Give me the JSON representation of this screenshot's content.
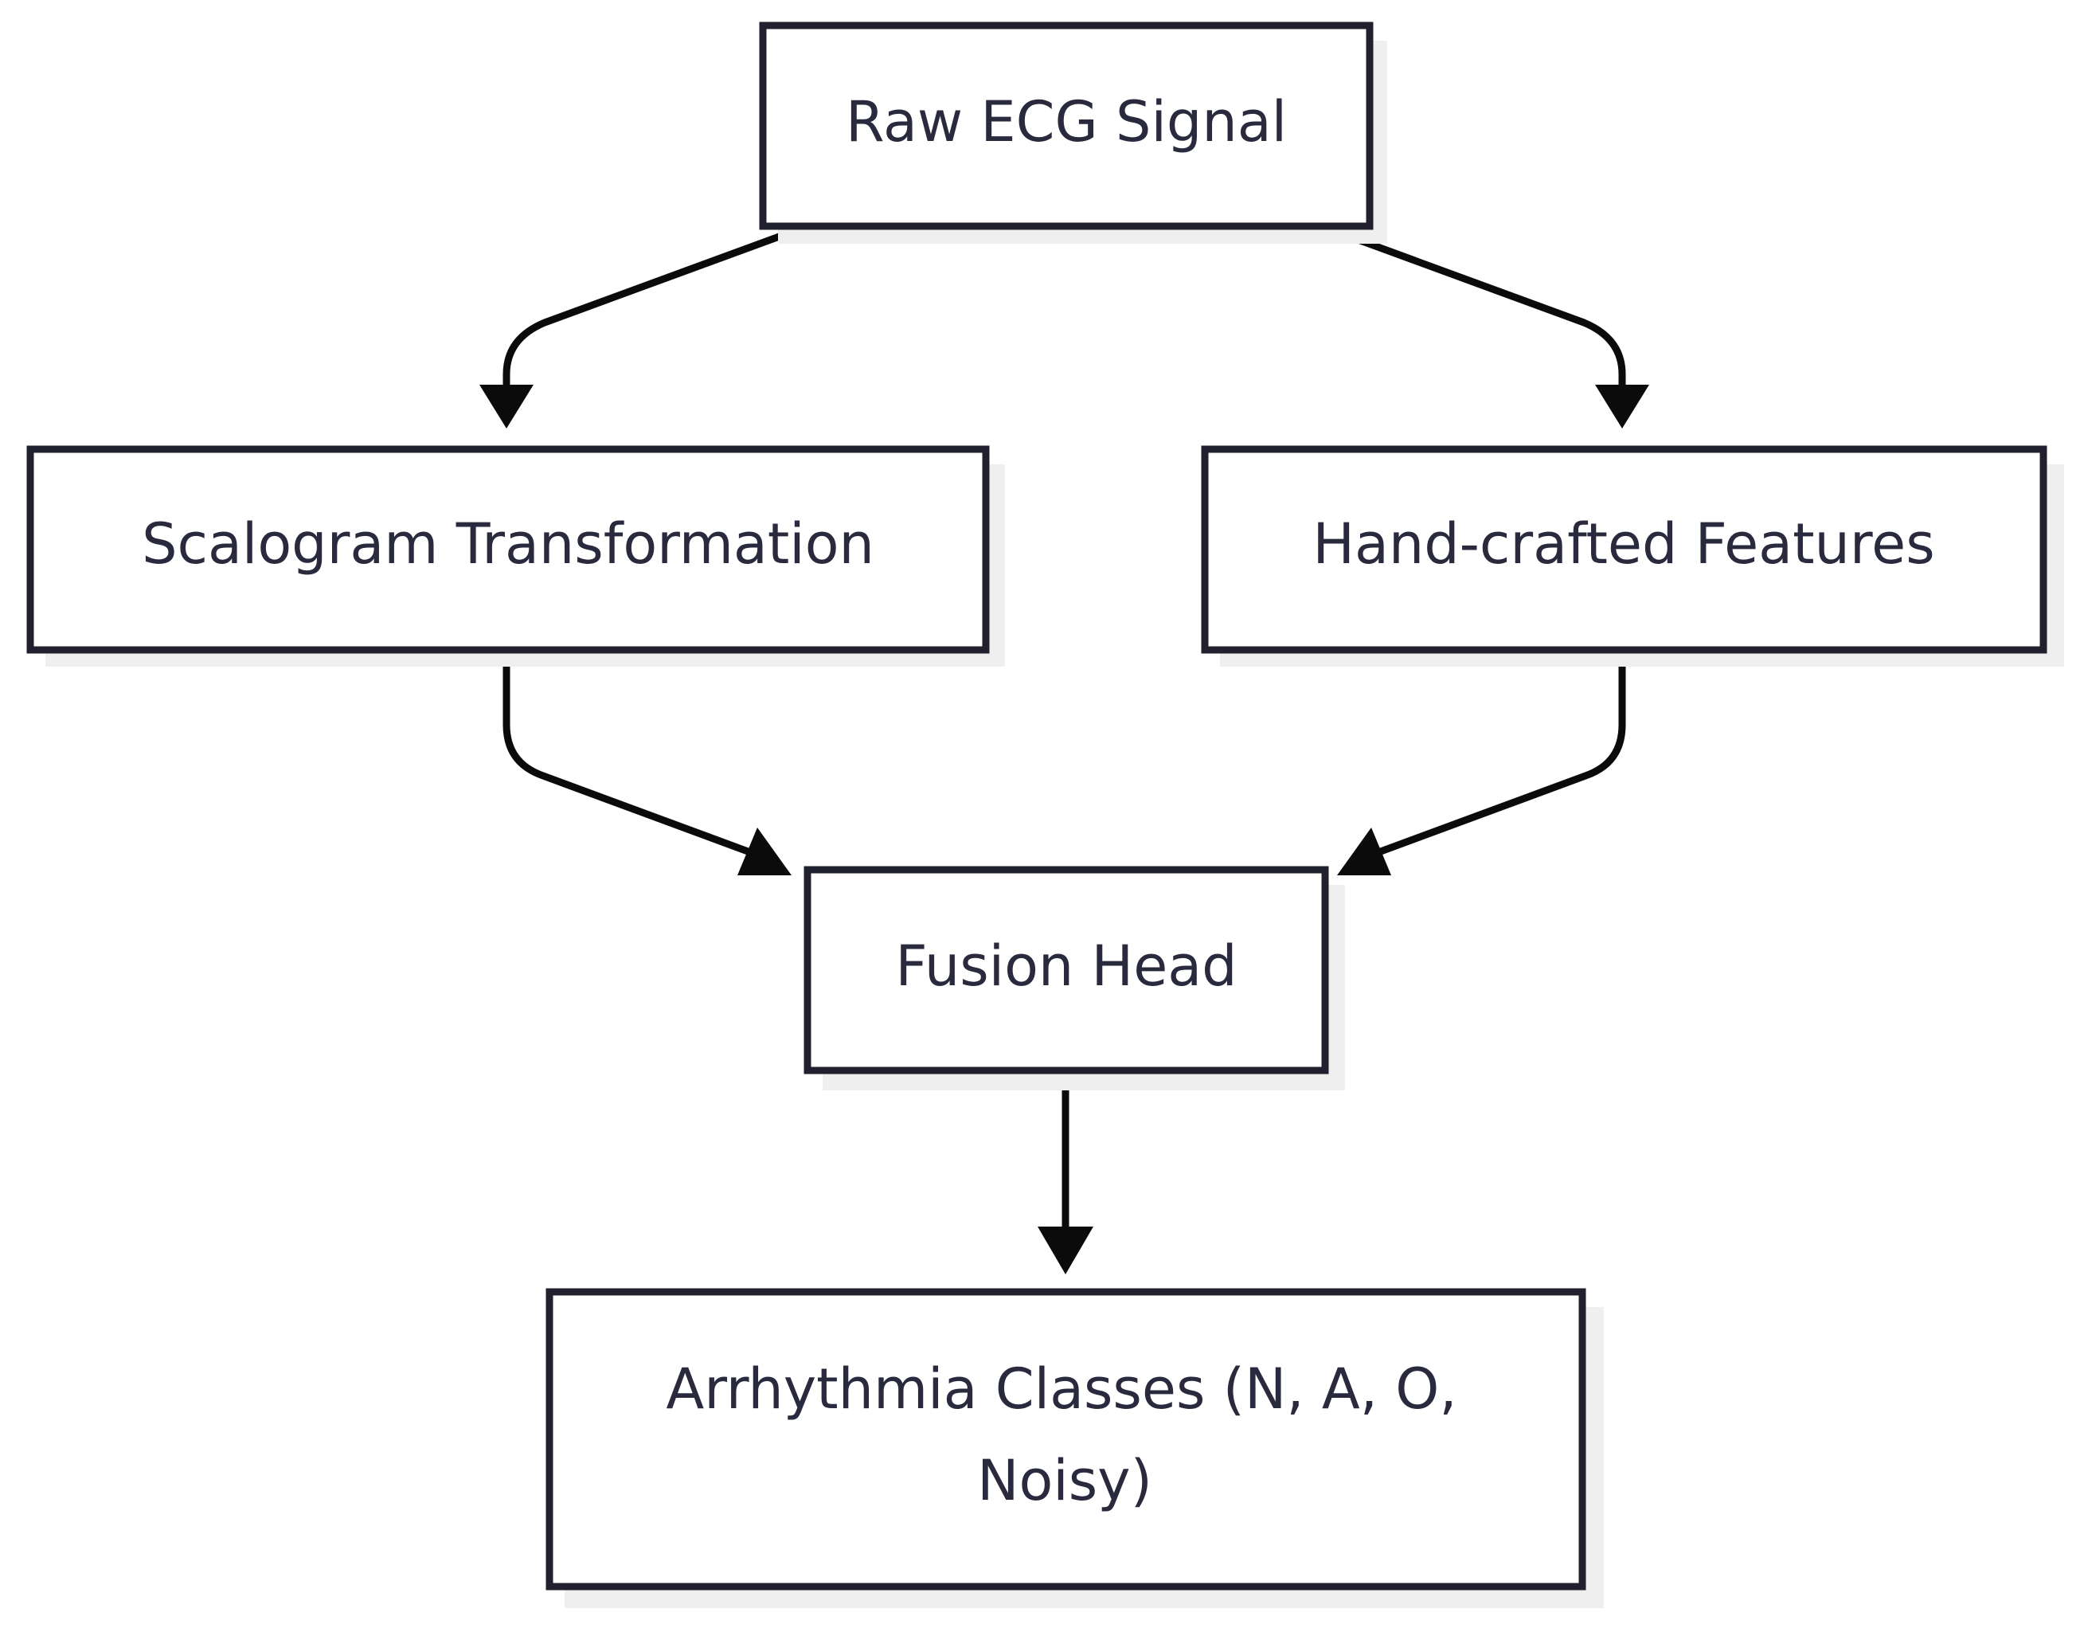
{
  "diagram": {
    "type": "flowchart",
    "nodes": {
      "raw_ecg": {
        "label": "Raw ECG Signal"
      },
      "scalogram": {
        "label": "Scalogram Transformation"
      },
      "handcrafted": {
        "label": "Hand-crafted Features"
      },
      "fusion": {
        "label": "Fusion Head"
      },
      "classes": {
        "label_line1": "Arrhythmia Classes (N, A, O,",
        "label_line2": "Noisy)"
      }
    },
    "edges": [
      {
        "from": "Raw ECG Signal",
        "to": "Scalogram Transformation"
      },
      {
        "from": "Raw ECG Signal",
        "to": "Hand-crafted Features"
      },
      {
        "from": "Scalogram Transformation",
        "to": "Fusion Head"
      },
      {
        "from": "Hand-crafted Features",
        "to": "Fusion Head"
      },
      {
        "from": "Fusion Head",
        "to": "Arrhythmia Classes (N, A, O, Noisy)"
      }
    ]
  }
}
